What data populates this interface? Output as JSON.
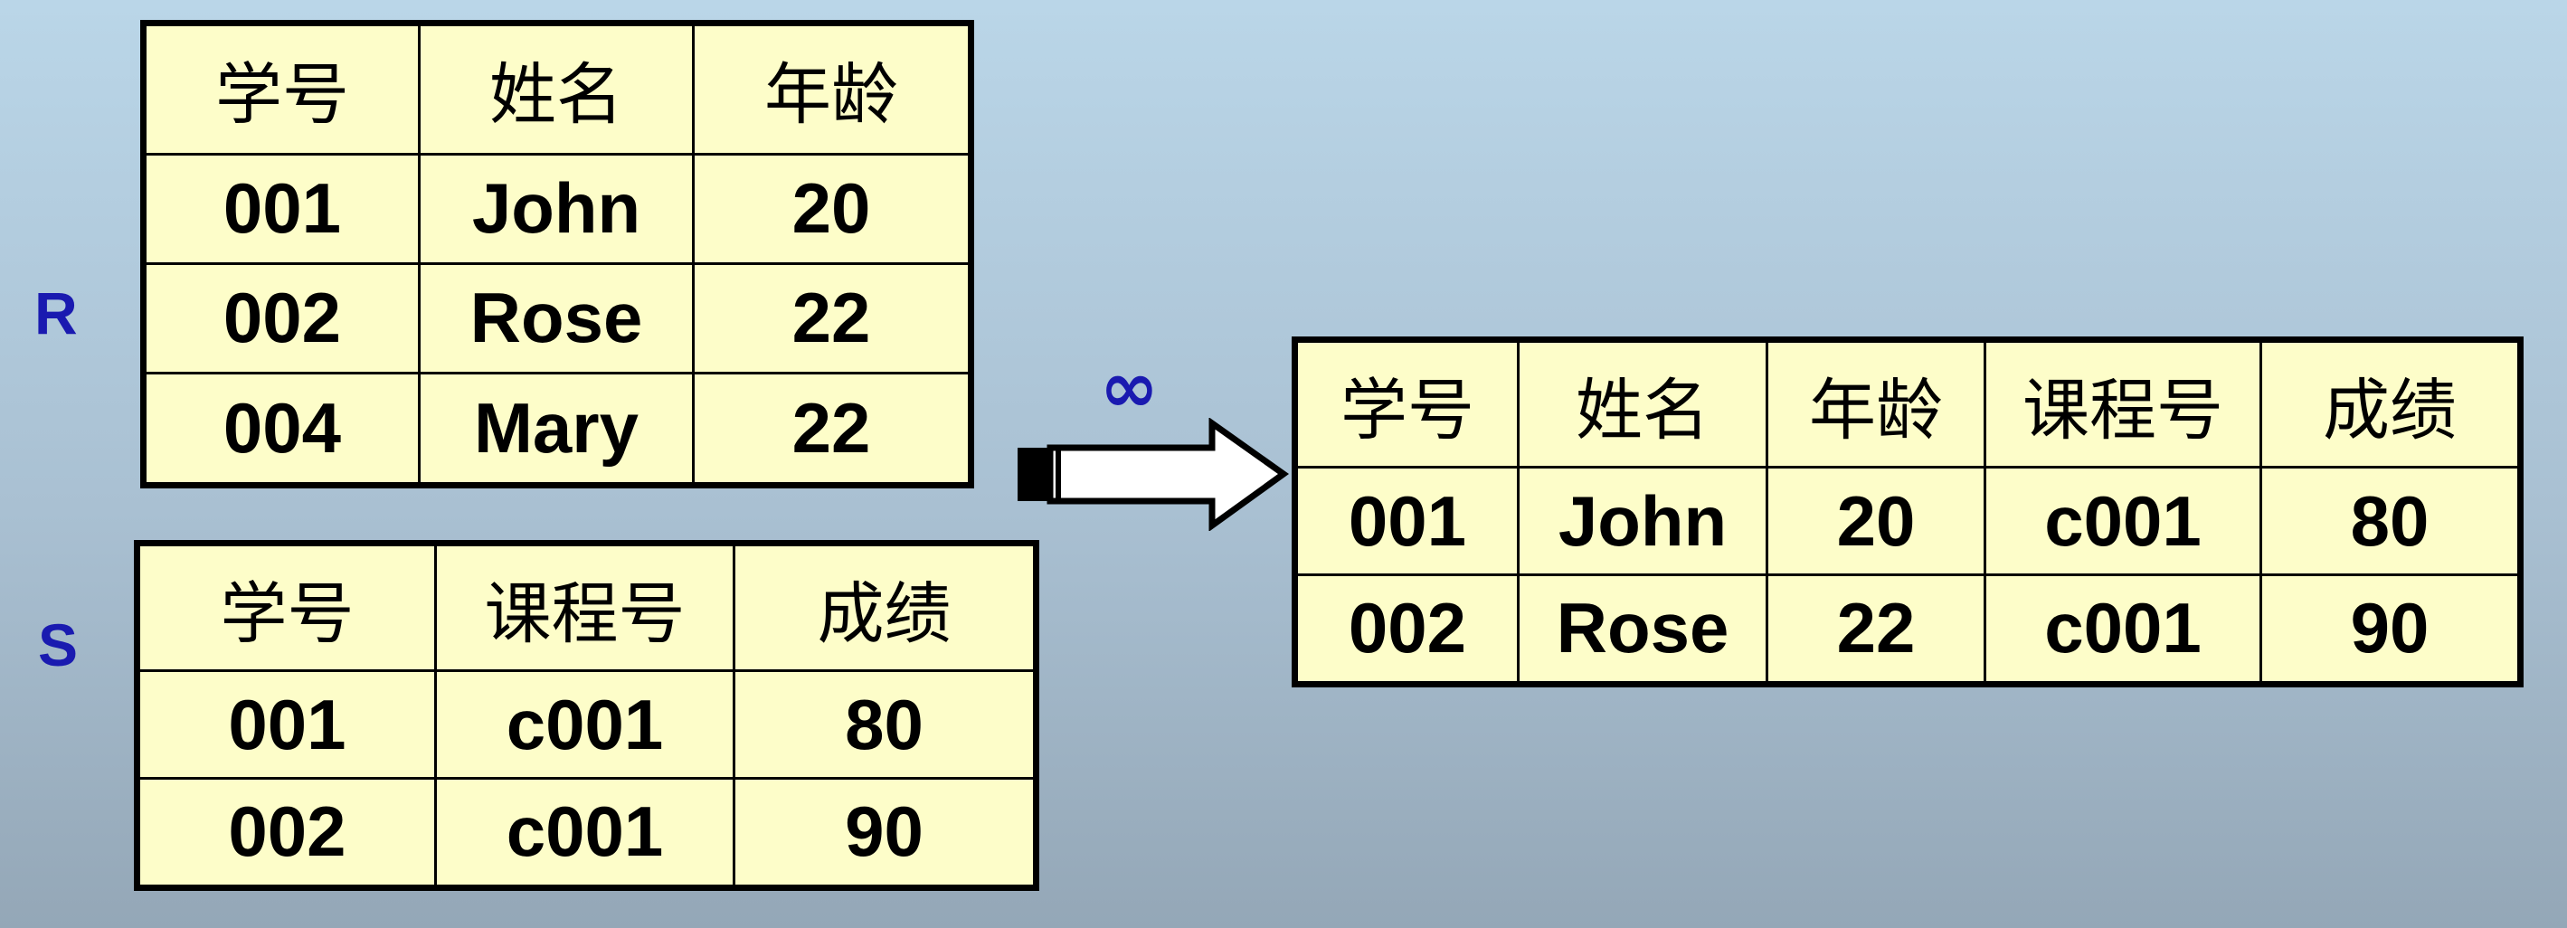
{
  "labels": {
    "r": "R",
    "s": "S",
    "join_symbol": "∞"
  },
  "tables": {
    "r": {
      "headers": [
        "学号",
        "姓名",
        "年龄"
      ],
      "rows": [
        [
          "001",
          "John",
          "20"
        ],
        [
          "002",
          "Rose",
          "22"
        ],
        [
          "004",
          "Mary",
          "22"
        ]
      ]
    },
    "s": {
      "headers": [
        "学号",
        "课程号",
        "成绩"
      ],
      "rows": [
        [
          "001",
          "c001",
          "80"
        ],
        [
          "002",
          "c001",
          "90"
        ]
      ]
    },
    "result": {
      "headers": [
        "学号",
        "姓名",
        "年龄",
        "课程号",
        "成绩"
      ],
      "rows": [
        [
          "001",
          "John",
          "20",
          "c001",
          "80"
        ],
        [
          "002",
          "Rose",
          "22",
          "c001",
          "90"
        ]
      ]
    }
  },
  "colors": {
    "table_fill": "#fdfdc9",
    "label_color": "#1a1ab0",
    "border": "#000000"
  }
}
